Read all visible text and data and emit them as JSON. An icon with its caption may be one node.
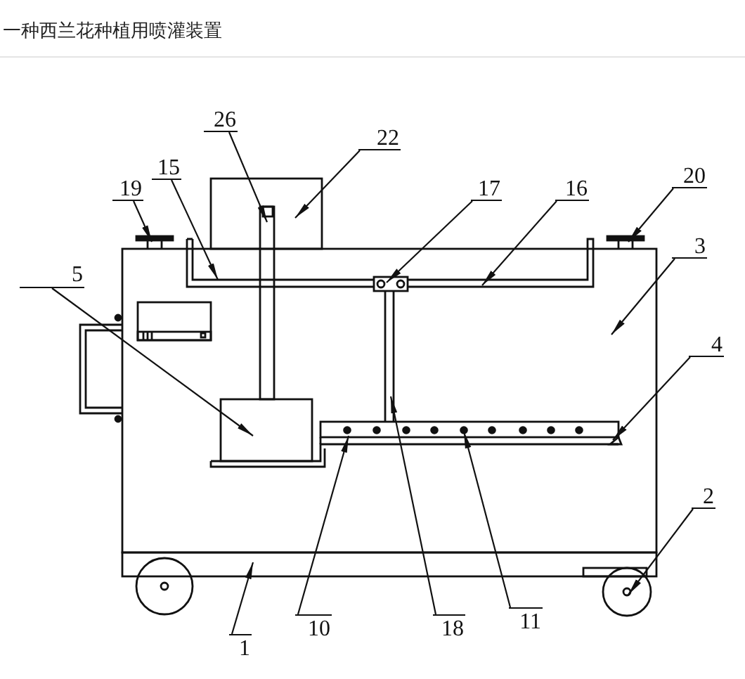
{
  "diagram": {
    "title": "一种西兰花种植用喷灌装置",
    "nodes": [
      {
        "text": [
          "26"
        ]
      },
      {
        "text": [
          "22"
        ]
      },
      {
        "text": [
          "15"
        ]
      },
      {
        "text": [
          "19"
        ]
      },
      {
        "text": [
          "17"
        ]
      },
      {
        "text": [
          "16"
        ]
      },
      {
        "text": [
          "20"
        ]
      },
      {
        "text": [
          "3"
        ]
      },
      {
        "text": [
          "5"
        ]
      },
      {
        "text": [
          "4"
        ]
      },
      {
        "text": [
          "2"
        ]
      },
      {
        "text": [
          "10"
        ]
      },
      {
        "text": [
          "18"
        ]
      },
      {
        "text": [
          "11"
        ]
      },
      {
        "text": [
          "1"
        ]
      }
    ],
    "edges": [
      {
        "from": 0,
        "to": null,
        "arrow": "to"
      },
      {
        "from": 1,
        "to": null,
        "arrow": "to"
      },
      {
        "from": 2,
        "to": null,
        "arrow": "to"
      },
      {
        "from": 3,
        "to": null,
        "arrow": "to"
      },
      {
        "from": 4,
        "to": null,
        "arrow": "to"
      },
      {
        "from": 5,
        "to": null,
        "arrow": "to"
      },
      {
        "from": 6,
        "to": null,
        "arrow": "to"
      },
      {
        "from": 7,
        "to": null,
        "arrow": "to"
      },
      {
        "from": 8,
        "to": null,
        "arrow": "to"
      },
      {
        "from": 9,
        "to": null,
        "arrow": "to"
      },
      {
        "from": 10,
        "to": null,
        "arrow": "to"
      },
      {
        "from": 11,
        "to": null,
        "arrow": "to"
      },
      {
        "from": 12,
        "to": null,
        "arrow": "to"
      },
      {
        "from": 13,
        "to": null,
        "arrow": "to"
      },
      {
        "from": 14,
        "to": null,
        "arrow": "to"
      }
    ]
  }
}
